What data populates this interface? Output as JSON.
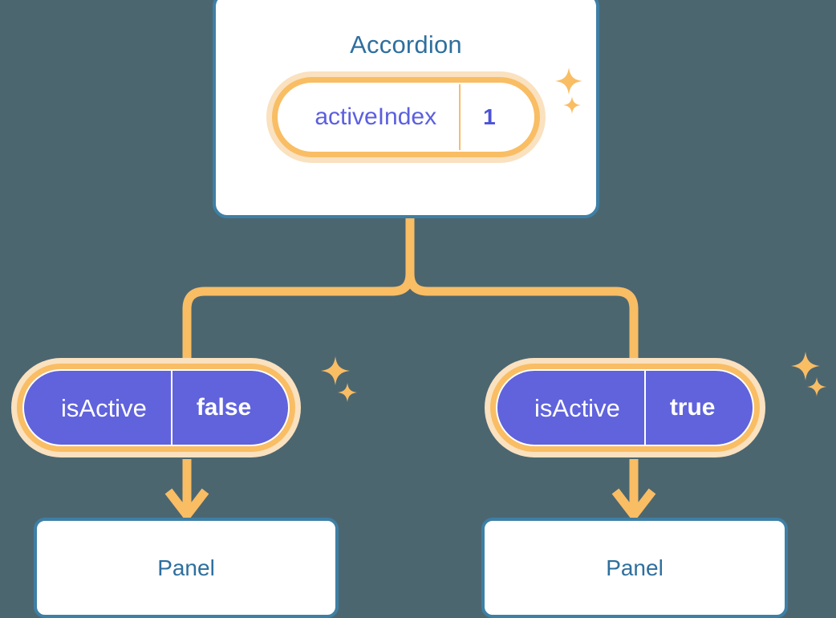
{
  "diagram": {
    "title_node": {
      "label": "Accordion",
      "state": {
        "key": "activeIndex",
        "value": "1"
      }
    },
    "branches": [
      {
        "state": {
          "key": "isActive",
          "value": "false"
        },
        "child": {
          "label": "Panel"
        }
      },
      {
        "state": {
          "key": "isActive",
          "value": "true"
        },
        "child": {
          "label": "Panel"
        }
      }
    ],
    "icons": {
      "sparkle": "sparkle-icon",
      "arrow": "arrow-down-icon"
    },
    "colors": {
      "background": "#4c6670",
      "card_border": "#3e7fa5",
      "card_text": "#2e6f9e",
      "pill_ring": "#f9bd64",
      "pill_glow": "#fae1bf",
      "pill_fill_active": "#6063dc",
      "pill_text_root": "#5b5fe0",
      "connector": "#f9bd64",
      "sparkle": "#f9bd64"
    }
  }
}
